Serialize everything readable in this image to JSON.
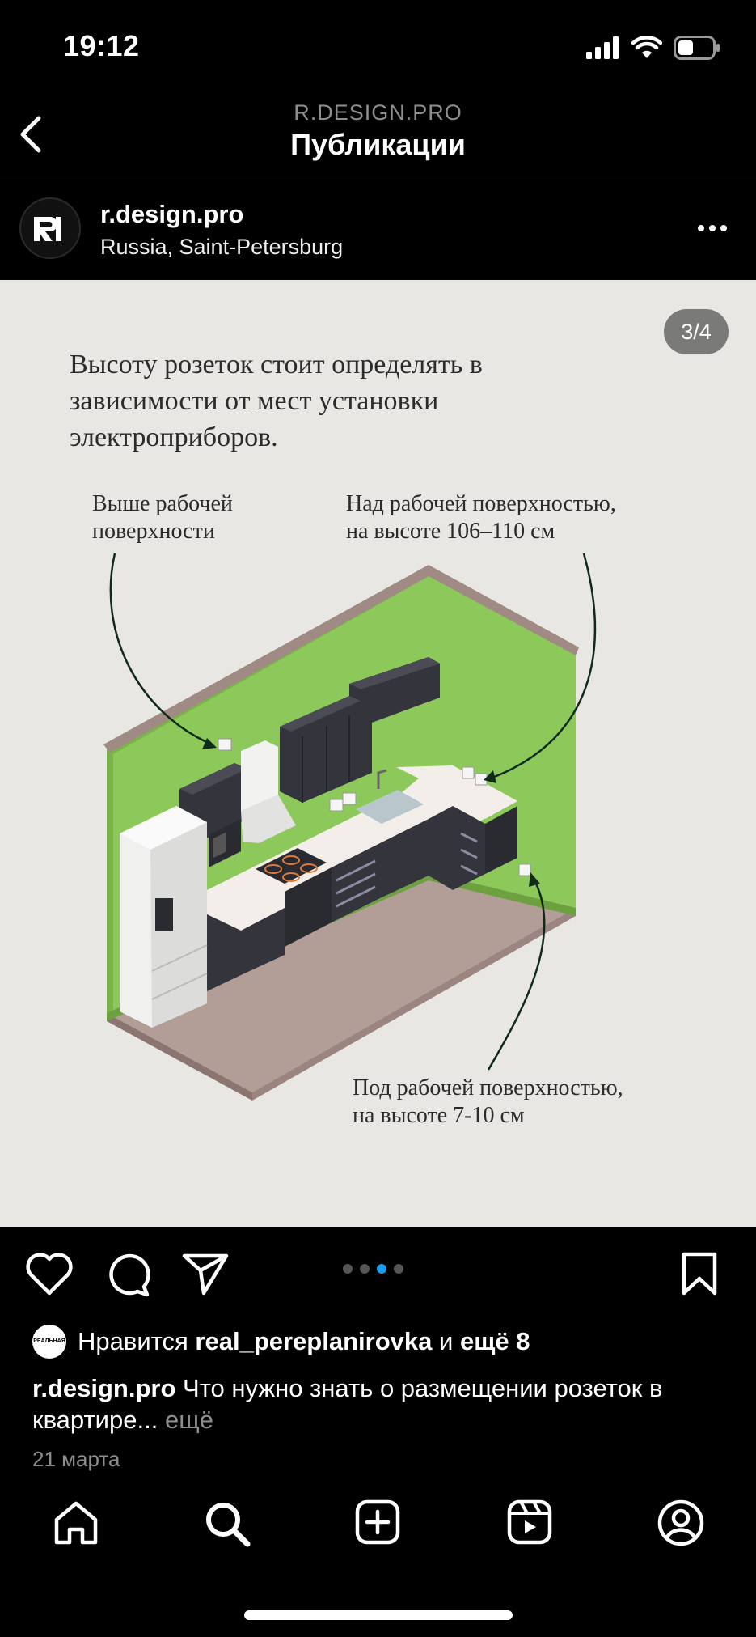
{
  "status_bar": {
    "time": "19:12"
  },
  "nav": {
    "subtitle": "R.DESIGN.PRO",
    "title": "Публикации"
  },
  "post": {
    "username": "r.design.pro",
    "location": "Russia, Saint-Petersburg",
    "counter": "3/4",
    "headline": "Высоту розеток стоит определять в зависимости от мест установки электроприборов.",
    "labels": {
      "above_left_1": "Выше рабочей",
      "above_left_2": "поверхности",
      "above_right_1": "Над рабочей поверхностью,",
      "above_right_2": "на высоте 106–110 см",
      "below_1": "Под рабочей поверхностью,",
      "below_2": "на высоте 7-10 см"
    },
    "carousel": {
      "count": 4,
      "active": 3
    }
  },
  "likes": {
    "prefix": "Нравится",
    "user": "real_pereplanirovka",
    "and": "и",
    "others": "ещё 8",
    "avatar_text": "РЕАЛЬНАЯ"
  },
  "caption": {
    "user": "r.design.pro",
    "text": "Что нужно знать о размещении розеток в квартире...",
    "more": "ещё"
  },
  "date": "21 марта",
  "tabs": [
    "home-icon",
    "search-icon",
    "create-icon",
    "reels-icon",
    "profile-icon"
  ],
  "colors": {
    "wall": "#8cc85a",
    "floor": "#b29d97",
    "cabinet": "#33343c",
    "bg": "#e9e7e3",
    "accent": "#1d9bf0"
  }
}
